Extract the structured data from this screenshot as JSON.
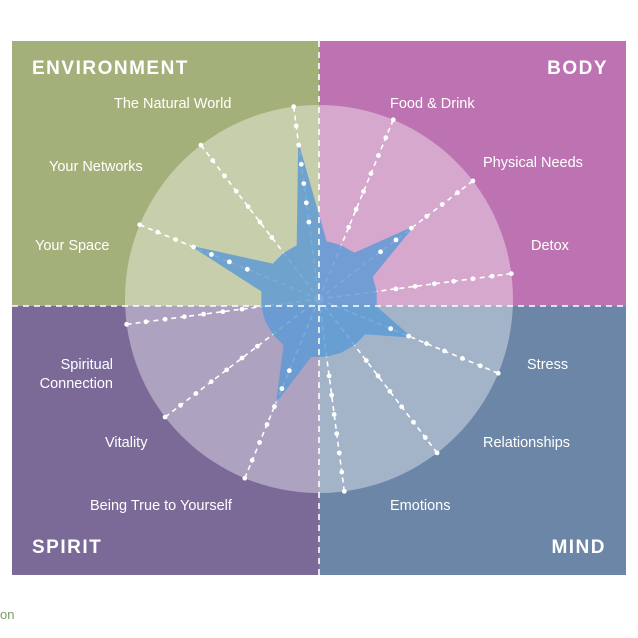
{
  "quadrants": {
    "environment": {
      "title": "ENVIRONMENT",
      "color": "#a4b07a"
    },
    "body": {
      "title": "BODY",
      "color": "#bd73b1"
    },
    "spirit": {
      "title": "SPIRIT",
      "color": "#7b6a98"
    },
    "mind": {
      "title": "MIND",
      "color": "#6b86a6"
    }
  },
  "segments": [
    {
      "label": "The Natural World",
      "level": 0.82
    },
    {
      "label": "Your Networks",
      "level": 0.3
    },
    {
      "label": "Your Space",
      "level": 0.72
    },
    {
      "label": "Spiritual Connection",
      "level": 0.3
    },
    {
      "label": "Vitality",
      "level": 0.3
    },
    {
      "label": "Being True to Yourself",
      "level": 0.58
    },
    {
      "label": "Emotions",
      "level": 0.3
    },
    {
      "label": "Relationships",
      "level": 0.3
    },
    {
      "label": "Stress",
      "level": 0.52
    },
    {
      "label": "Detox",
      "level": 0.3
    },
    {
      "label": "Physical Needs",
      "level": 0.62
    },
    {
      "label": "Food & Drink",
      "level": 0.3
    }
  ],
  "footer": {
    "text": "on"
  },
  "colors": {
    "radar_fill": "#5b9ad6",
    "spoke_dots": "#ffffff"
  }
}
